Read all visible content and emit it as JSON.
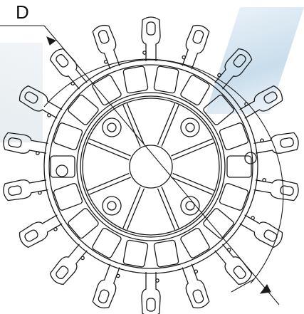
{
  "diagram": {
    "dimension_label": "D",
    "tooth_count": 18,
    "spoke_count": 8,
    "line_color": "#1a1a1a",
    "background_accent": "#c9ddec"
  }
}
